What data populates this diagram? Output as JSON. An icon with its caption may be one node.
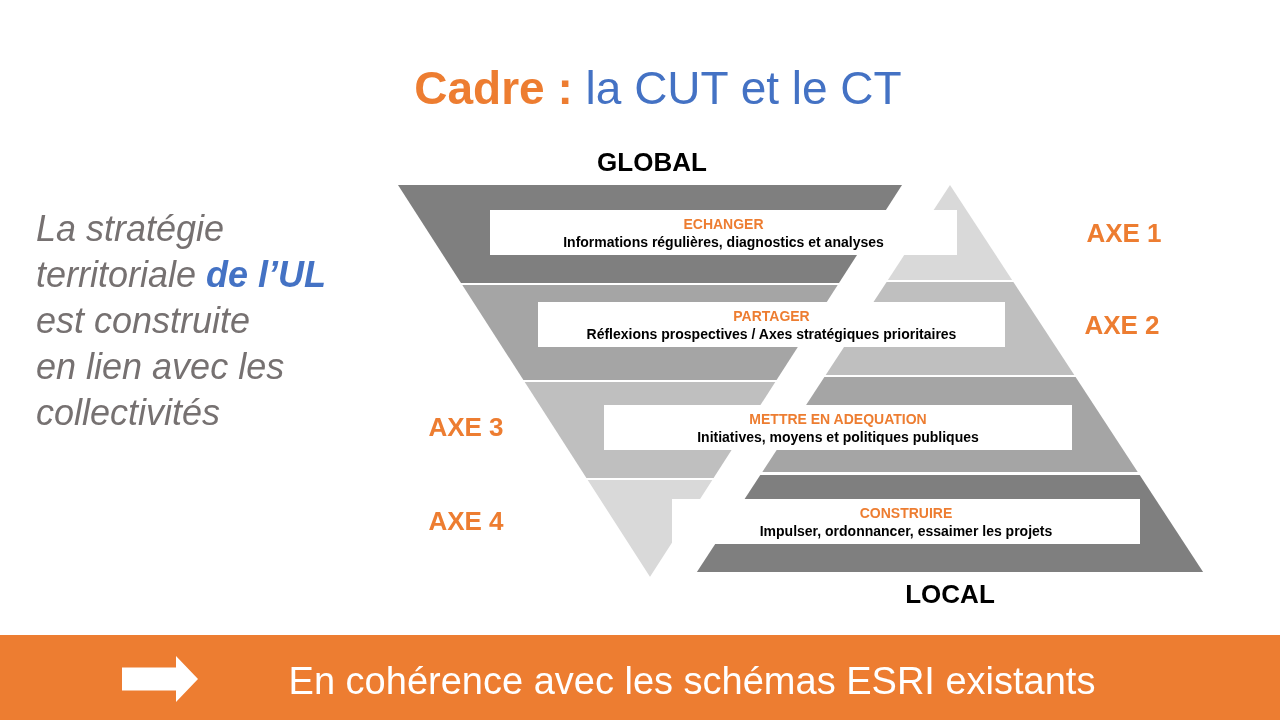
{
  "diagram": {
    "title": "**Cadre :** la CUT et le CT",
    "nodes": [
      {
        "text": [
          "ECHANGER",
          "Informations régulières, diagnostics et analyses"
        ]
      },
      {
        "text": [
          "PARTAGER",
          "Réflexions prospectives / Axes stratégiques prioritaires"
        ]
      },
      {
        "text": [
          "METTRE EN ADEQUATION",
          "Initiatives, moyens et politiques publiques"
        ]
      },
      {
        "text": [
          "CONSTRUIRE",
          "Impulser, ordonnancer, essaimer les projets"
        ]
      },
      {
        "text": [
          "En cohérence avec les schémas ESRI existants"
        ]
      }
    ],
    "labels": [
      "GLOBAL",
      "La stratégie territoriale **de l’UL** est construite en lien avec les collectivités",
      "AXE 1",
      "AXE 2",
      "AXE 3",
      "AXE 4",
      "LOCAL"
    ]
  }
}
